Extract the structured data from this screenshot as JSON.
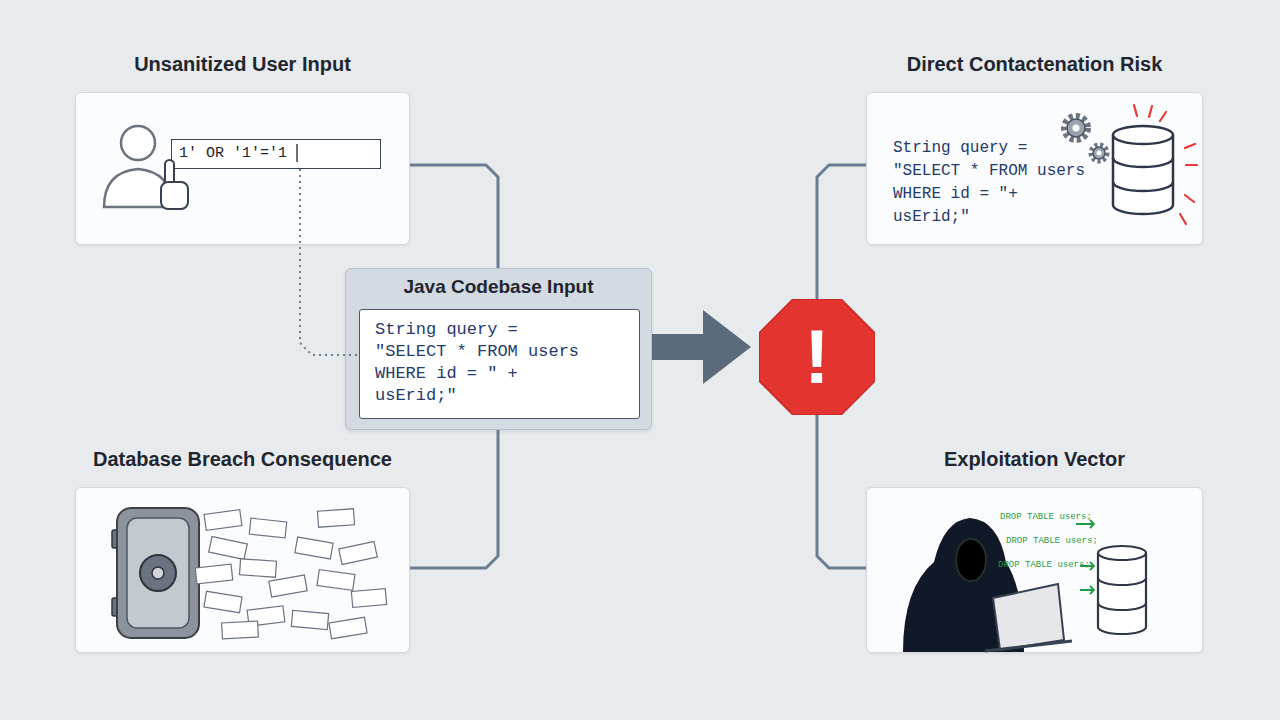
{
  "diagram": {
    "nodes": [
      {
        "text": [
          "Unsanitized User Input"
        ]
      },
      {
        "text": [
          "1' OR '1'='1"
        ],
        "in": 0
      },
      {
        "text": [
          "Direct Contactenation Risk",
          "String query = \"SELECT * FROM users WHERE id = \"+ usErid;\""
        ]
      },
      {
        "text": [
          "Java Codebase Input"
        ]
      },
      {
        "text": [
          "String query = \"SELECT * FROM users WHERE id = \" + usErid;\""
        ],
        "in": 3
      },
      {
        "text": [
          "!"
        ]
      },
      {
        "text": [
          "Database Breach Consequence"
        ]
      },
      {
        "text": [
          "Exploitation Vector"
        ]
      }
    ],
    "edges": [
      {
        "from": 0,
        "to": 3,
        "arrow": "none"
      },
      {
        "from": 1,
        "to": 4,
        "arrow": "none"
      },
      {
        "from": 6,
        "to": 3,
        "arrow": "none"
      },
      {
        "from": 3,
        "to": 5,
        "arrow": "to"
      },
      {
        "from": 5,
        "to": 2,
        "arrow": "none"
      },
      {
        "from": 5,
        "to": 7,
        "arrow": "none"
      }
    ],
    "labels": [
      "DROP TABLE users;",
      "DROP TABLE users;",
      "DROP TABLE users;"
    ]
  }
}
